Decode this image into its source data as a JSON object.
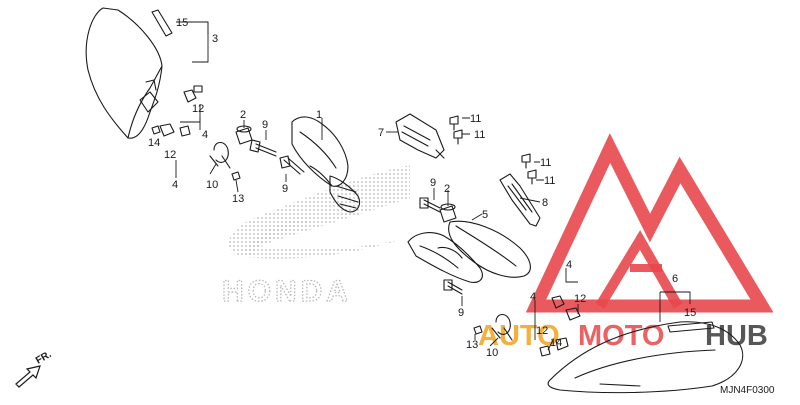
{
  "diagram": {
    "code": "MJN4F0300",
    "direction_label": "FR.",
    "watermark_text": "HONDA",
    "logo_text": {
      "auto": "AUTO",
      "moto": "MOTO",
      "hub": "HUB"
    },
    "callouts": [
      "1",
      "2",
      "3",
      "4",
      "5",
      "6",
      "7",
      "8",
      "9",
      "10",
      "11",
      "12",
      "13",
      "14",
      "15"
    ],
    "colors": {
      "line": "#1a1a1a",
      "logo_red": "#e8474b",
      "logo_orange": "#f4a21b",
      "logo_dark": "#3a3a3a",
      "dots": "#b8b8b8"
    }
  }
}
